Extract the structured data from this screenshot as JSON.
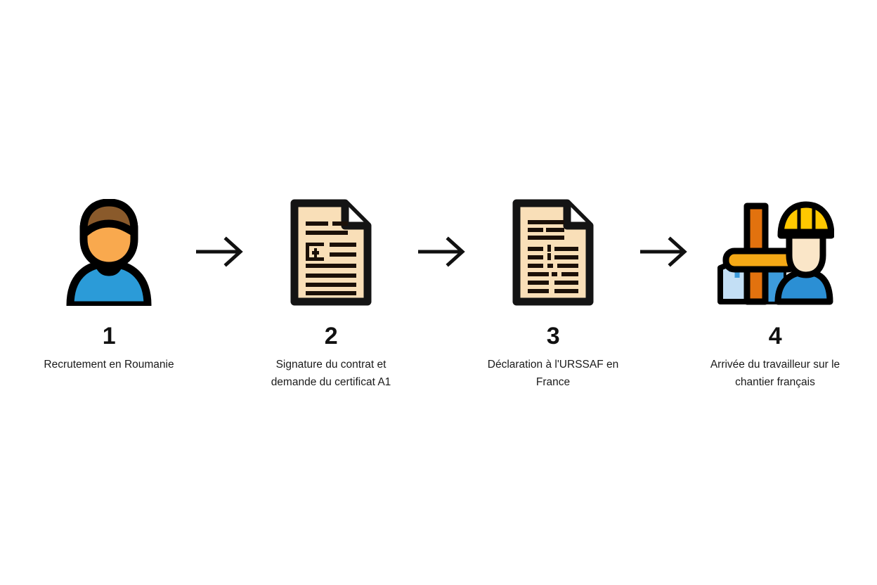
{
  "diagram": {
    "title": "",
    "background_color": "#ffffff",
    "orientation": "horizontal",
    "steps": [
      {
        "number": "1",
        "label": "Recrutement en Roumanie",
        "icon": "person-icon",
        "icon_colors": {
          "hair": "#8A5A2B",
          "skin": "#F9A94E",
          "shirt": "#2B9BD8",
          "outline": "#000000"
        }
      },
      {
        "number": "2",
        "label": "Signature du contrat et demande du certificat A1",
        "icon": "document-icon",
        "icon_colors": {
          "paper": "#F9DFB8",
          "lines": "#1B1008",
          "outline": "#141414"
        }
      },
      {
        "number": "3",
        "label": "Déclaration à l'URSSAF en France",
        "icon": "document-lines-icon",
        "icon_colors": {
          "paper": "#F9DFB8",
          "lines": "#1B1008",
          "outline": "#141414"
        }
      },
      {
        "number": "4",
        "label": "Arrivée du travailleur sur le chantier français",
        "icon": "construction-worker-icon",
        "icon_colors": {
          "helmet": "#FFC800",
          "face": "#FAE6C8",
          "shirt": "#2B8FD4",
          "pole": "#E2720E",
          "beam": "#F5A916",
          "building_light": "#C3DFF5",
          "building_mid": "#3D9BDC",
          "outline": "#000000"
        }
      }
    ],
    "connectors": [
      {
        "name": "arrow-1-to-2",
        "glyph": "→"
      },
      {
        "name": "arrow-2-to-3",
        "glyph": "→"
      },
      {
        "name": "arrow-3-to-4",
        "glyph": "→"
      }
    ]
  }
}
